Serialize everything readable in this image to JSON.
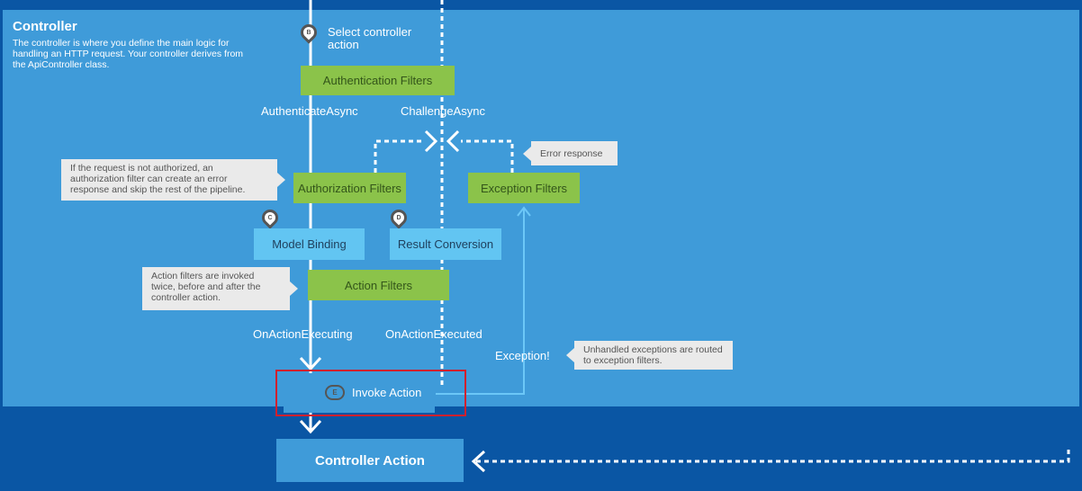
{
  "controller": {
    "title": "Controller",
    "description": "The controller is where you define the main logic for handling an HTTP request. Your controller derives from the ApiController class."
  },
  "steps": {
    "select_action": {
      "marker": "B",
      "label": "Select controller action"
    },
    "model_binding_marker": "C",
    "result_conversion_marker": "D",
    "invoke_marker": "E"
  },
  "boxes": {
    "authentication_filters": "Authentication Filters",
    "authorization_filters": "Authorization Filters",
    "exception_filters": "Exception Filters",
    "model_binding": "Model Binding",
    "result_conversion": "Result Conversion",
    "action_filters": "Action Filters",
    "invoke_action": "Invoke Action",
    "controller_action": "Controller Action"
  },
  "labels": {
    "authenticate_async": "AuthenticateAsync",
    "challenge_async": "ChallengeAsync",
    "on_action_executing": "OnActionExecuting",
    "on_action_executed": "OnActionExecuted",
    "exception": "Exception!"
  },
  "notes": {
    "authorization": "If the request is not authorized, an authorization filter can create an error response and skip the rest of the pipeline.",
    "error_response": "Error response",
    "action_filters": "Action filters are invoked twice, before and after the controller action.",
    "unhandled_exceptions": "Unhandled exceptions are routed to exception filters."
  },
  "colors": {
    "background": "#0a56a4",
    "panel": "#3f9bd9",
    "filter_green": "#8bc34a",
    "light_blue_box": "#62c5f2",
    "highlight": "#d0202e"
  }
}
